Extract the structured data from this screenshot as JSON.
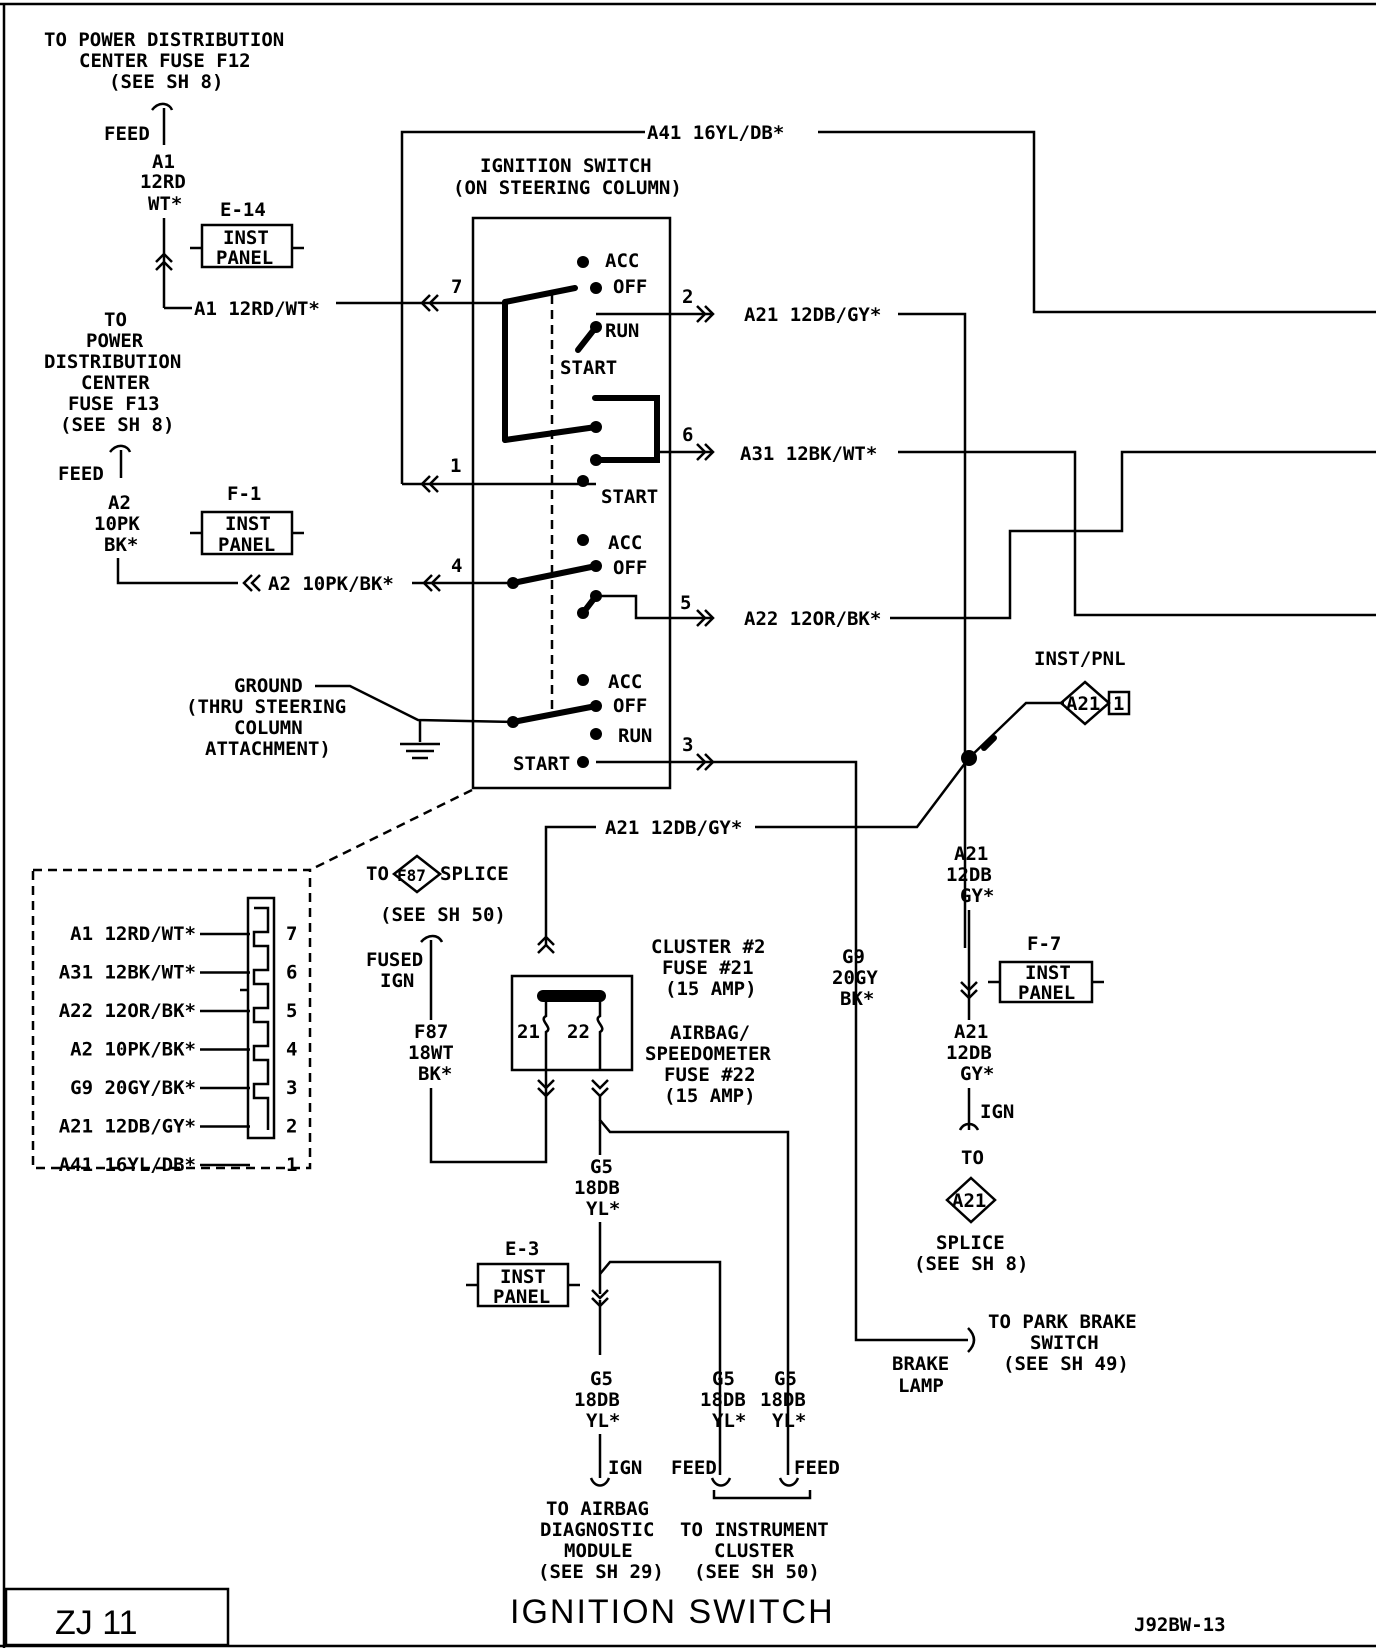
{
  "title": "IGNITION SWITCH",
  "page_label": "ZJ 11",
  "drawing_id": "J92BW-13",
  "ign_switch": {
    "line1": "IGNITION SWITCH",
    "line2": "(ON STEERING COLUMN)"
  },
  "fuse_f12": {
    "line1": "TO POWER DISTRIBUTION",
    "line2": "CENTER FUSE F12",
    "line3": "(SEE SH 8)",
    "feed": "FEED",
    "w1": "A1",
    "w2": "12RD",
    "w3": "WT*"
  },
  "fuse_f13": {
    "line1": "TO",
    "line2": "POWER",
    "line3": "DISTRIBUTION",
    "line4": "CENTER",
    "line5": "FUSE F13",
    "line6": "(SEE SH 8)",
    "feed": "FEED",
    "w1": "A2",
    "w2": "10PK",
    "w3": "BK*"
  },
  "conn_e14": {
    "id": "E-14",
    "l1": "INST",
    "l2": "PANEL"
  },
  "conn_f1": {
    "id": "F-1",
    "l1": "INST",
    "l2": "PANEL"
  },
  "conn_f7": {
    "id": "F-7",
    "l1": "INST",
    "l2": "PANEL"
  },
  "conn_e3": {
    "id": "E-3",
    "l1": "INST",
    "l2": "PANEL"
  },
  "wires": {
    "a41": "A41 16YL/DB*",
    "a1": "A1 12RD/WT*",
    "a21": "A21 12DB/GY*",
    "a31": "A31 12BK/WT*",
    "a2": "A2 10PK/BK*",
    "a22": "A22 12OR/BK*",
    "a21_low": "A21 12DB/GY*"
  },
  "pins": {
    "p7": "7",
    "p2": "2",
    "p6": "6",
    "p1": "1",
    "p4": "4",
    "p5": "5",
    "p3": "3"
  },
  "switch_labels": {
    "acc1": "ACC",
    "off1": "OFF",
    "run1": "RUN",
    "start1": "START",
    "start2": "START",
    "acc2": "ACC",
    "off2": "OFF",
    "acc3": "ACC",
    "off3": "OFF",
    "run3": "RUN",
    "start3": "START"
  },
  "ground": {
    "l1": "GROUND",
    "l2": "(THRU STEERING",
    "l3": "COLUMN",
    "l4": "ATTACHMENT)"
  },
  "inst_pnl": {
    "label": "INST/PNL",
    "diamond": "A21",
    "box": "1"
  },
  "a21_right": {
    "w1": "A21",
    "w2": "12DB",
    "w3": "GY*",
    "w4": "A21",
    "w5": "12DB",
    "w6": "GY*",
    "ign": "IGN",
    "to": "TO",
    "diamond": "A21",
    "splice": "SPLICE",
    "see": "(SEE SH 8)"
  },
  "connector_table": [
    {
      "label": "A1 12RD/WT*",
      "pin": "7"
    },
    {
      "label": "A31 12BK/WT*",
      "pin": "6"
    },
    {
      "label": "A22 12OR/BK*",
      "pin": "5"
    },
    {
      "label": "A2 10PK/BK*",
      "pin": "4"
    },
    {
      "label": "G9 20GY/BK*",
      "pin": "3"
    },
    {
      "label": "A21 12DB/GY*",
      "pin": "2"
    },
    {
      "label": "A41 16YL/DB*",
      "pin": "1"
    }
  ],
  "f87": {
    "to": "TO",
    "diamond": "F87",
    "splice": "SPLICE",
    "see": "(SEE SH 50)",
    "fused": "FUSED",
    "ign": "IGN",
    "w1": "F87",
    "w2": "18WT",
    "w3": "BK*"
  },
  "fuse_block": {
    "f21": "21",
    "f22": "22",
    "c1": "CLUSTER #2",
    "c2": "FUSE #21",
    "c3": "(15 AMP)",
    "a1": "AIRBAG/",
    "a2": "SPEEDOMETER",
    "a3": "FUSE #22",
    "a4": "(15 AMP)"
  },
  "g9": {
    "w1": "G9",
    "w2": "20GY",
    "w3": "BK*",
    "brake1": "BRAKE",
    "brake2": "LAMP",
    "park1": "TO PARK BRAKE",
    "park2": "SWITCH",
    "park3": "(SEE SH 49)"
  },
  "g5_top": {
    "w1": "G5",
    "w2": "18DB",
    "w3": "YL*"
  },
  "g5_left": {
    "w1": "G5",
    "w2": "18DB",
    "w3": "YL*"
  },
  "g5_mid": {
    "w1": "G5",
    "w2": "18DB",
    "w3": "YL*"
  },
  "g5_right": {
    "w1": "G5",
    "w2": "18DB",
    "w3": "YL*"
  },
  "bottom_labels": {
    "ign": "IGN",
    "feed1": "FEED",
    "feed2": "FEED",
    "airbag1": "TO AIRBAG",
    "airbag2": "DIAGNOSTIC",
    "airbag3": "MODULE",
    "airbag4": "(SEE SH 29)",
    "clu1": "TO INSTRUMENT",
    "clu2": "CLUSTER",
    "clu3": "(SEE SH 50)"
  }
}
